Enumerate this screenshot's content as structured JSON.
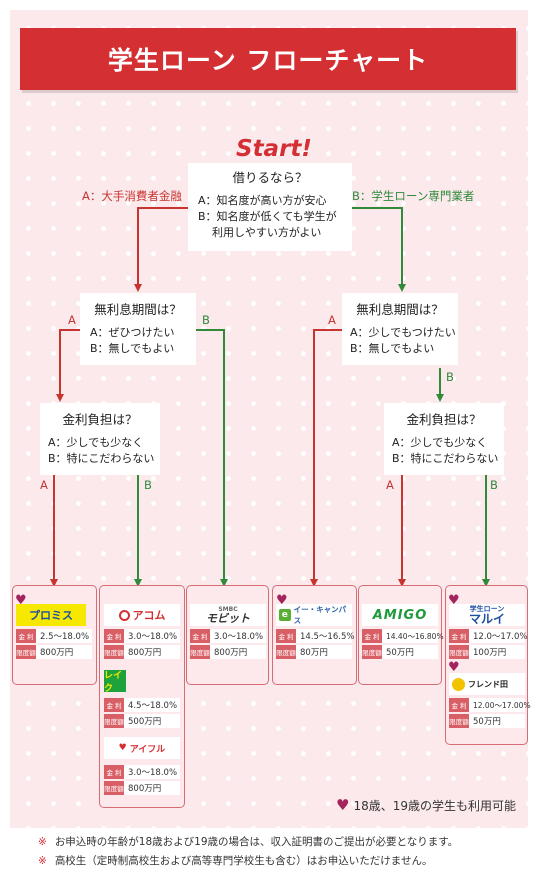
{
  "title": "学生ローン フローチャート",
  "start": "Start!",
  "q1": {
    "question": "借りるなら？",
    "a": "A：知名度が高い方が安心",
    "b1": "B：知名度が低くても学生が",
    "b2": "利用しやすい方がよい"
  },
  "branch_a_label": "A：大手消費者金融",
  "branch_b_label": "B：学生ローン専門業者",
  "q_interest_left": {
    "question": "無利息期間は？",
    "a": "A：ぜひつけたい",
    "b": "B：無しでもよい"
  },
  "q_interest_right": {
    "question": "無利息期間は？",
    "a": "A：少しでもつけたい",
    "b": "B：無しでもよい"
  },
  "q_rate_left": {
    "question": "金利負担は？",
    "a": "A：少しでも少なく",
    "b": "B：特にこだわらない"
  },
  "q_rate_right": {
    "question": "金利負担は？",
    "a": "A：少しでも少なく",
    "b": "B：特にこだわらない"
  },
  "edge_labels": {
    "a": "A",
    "b": "B"
  },
  "field_labels": {
    "rate": "金 利",
    "limit": "限度額"
  },
  "lenders": [
    {
      "name": "プロミス",
      "rate": "2.5～18.0%",
      "limit": "800万円"
    },
    {
      "name": "アコム",
      "rate": "3.0～18.0%",
      "limit": "800万円"
    },
    {
      "name": "レイク",
      "rate": "4.5～18.0%",
      "limit": "500万円"
    },
    {
      "name": "アイフル",
      "rate": "3.0～18.0%",
      "limit": "800万円"
    },
    {
      "name": "モビット",
      "brand": "SMBC",
      "rate": "3.0～18.0%",
      "limit": "800万円"
    },
    {
      "name": "イー・キャンパス",
      "rate": "14.5～16.5%",
      "limit": "80万円"
    },
    {
      "name": "AMIGO",
      "rate": "14.40～16.80%",
      "limit": "50万円"
    },
    {
      "name": "マルイ",
      "brand": "学生ローン",
      "rate": "12.0～17.0%",
      "limit": "100万円"
    },
    {
      "name": "フレンド田",
      "rate": "12.00～17.00%",
      "limit": "50万円"
    }
  ],
  "legend": "18歳、19歳の学生も利用可能",
  "notes": [
    "お申込時の年齢が18歳および19歳の場合は、収入証明書のご提出が必要となります。",
    "高校生（定時制高校生および高等専門学校生も含む）はお申込いただけません。"
  ],
  "note_mark": "※",
  "colors": {
    "red": "#d42f33",
    "green": "#2f8a3a",
    "panel": "#fbe9ec",
    "heart": "#a3245c"
  }
}
